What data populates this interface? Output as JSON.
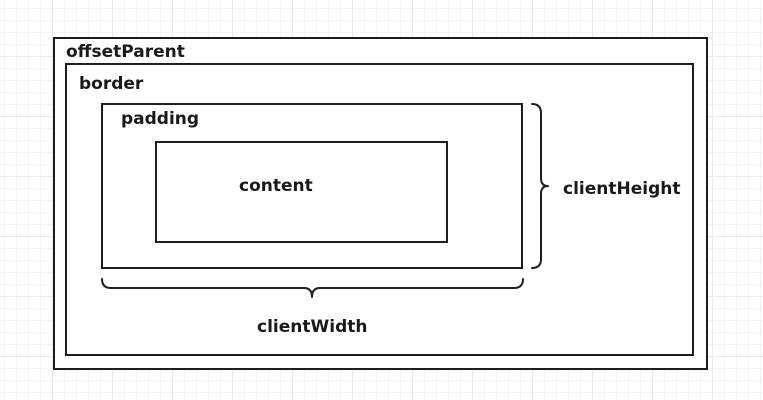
{
  "diagram": {
    "outer_label": "offsetParent",
    "border_label": "border",
    "padding_label": "padding",
    "content_label": "content",
    "height_label": "clientHeight",
    "width_label": "clientWidth"
  },
  "colors": {
    "stroke": "#1e1e1e",
    "grid": "#eaeaea",
    "background": "#ffffff"
  }
}
